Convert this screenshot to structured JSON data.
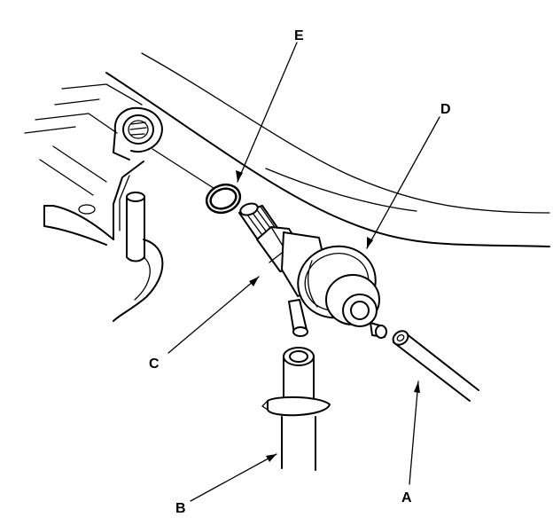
{
  "diagram": {
    "callouts": {
      "a": "A",
      "b": "B",
      "c": "C",
      "d": "D",
      "e": "E"
    }
  }
}
